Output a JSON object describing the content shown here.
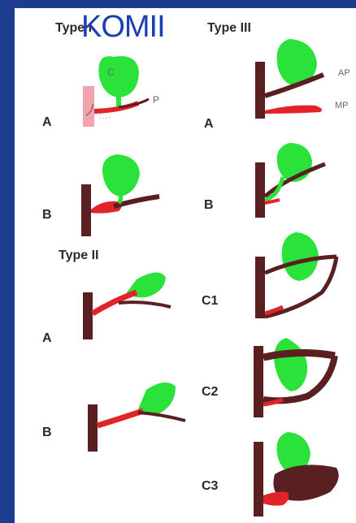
{
  "header": {
    "type1": "Type I",
    "komii": "KOMII",
    "type3": "Type III"
  },
  "type2_title": "Type II",
  "labels": {
    "t1_a": "A",
    "t1_b": "B",
    "t2_a": "A",
    "t2_b": "B",
    "t3_a": "A",
    "t3_b": "B",
    "t3_c1": "C1",
    "t3_c2": "C2",
    "t3_c3": "C3"
  },
  "annotations": {
    "c": "C",
    "p": "P",
    "ap": "AP",
    "mp": "MP"
  },
  "colors": {
    "frame": "#1c3c8e",
    "gallbladder": "#2be23a",
    "pancreatic_red": "#e0242a",
    "bile_duct": "#5a1f20",
    "komii_text": "#1a3fb0"
  }
}
